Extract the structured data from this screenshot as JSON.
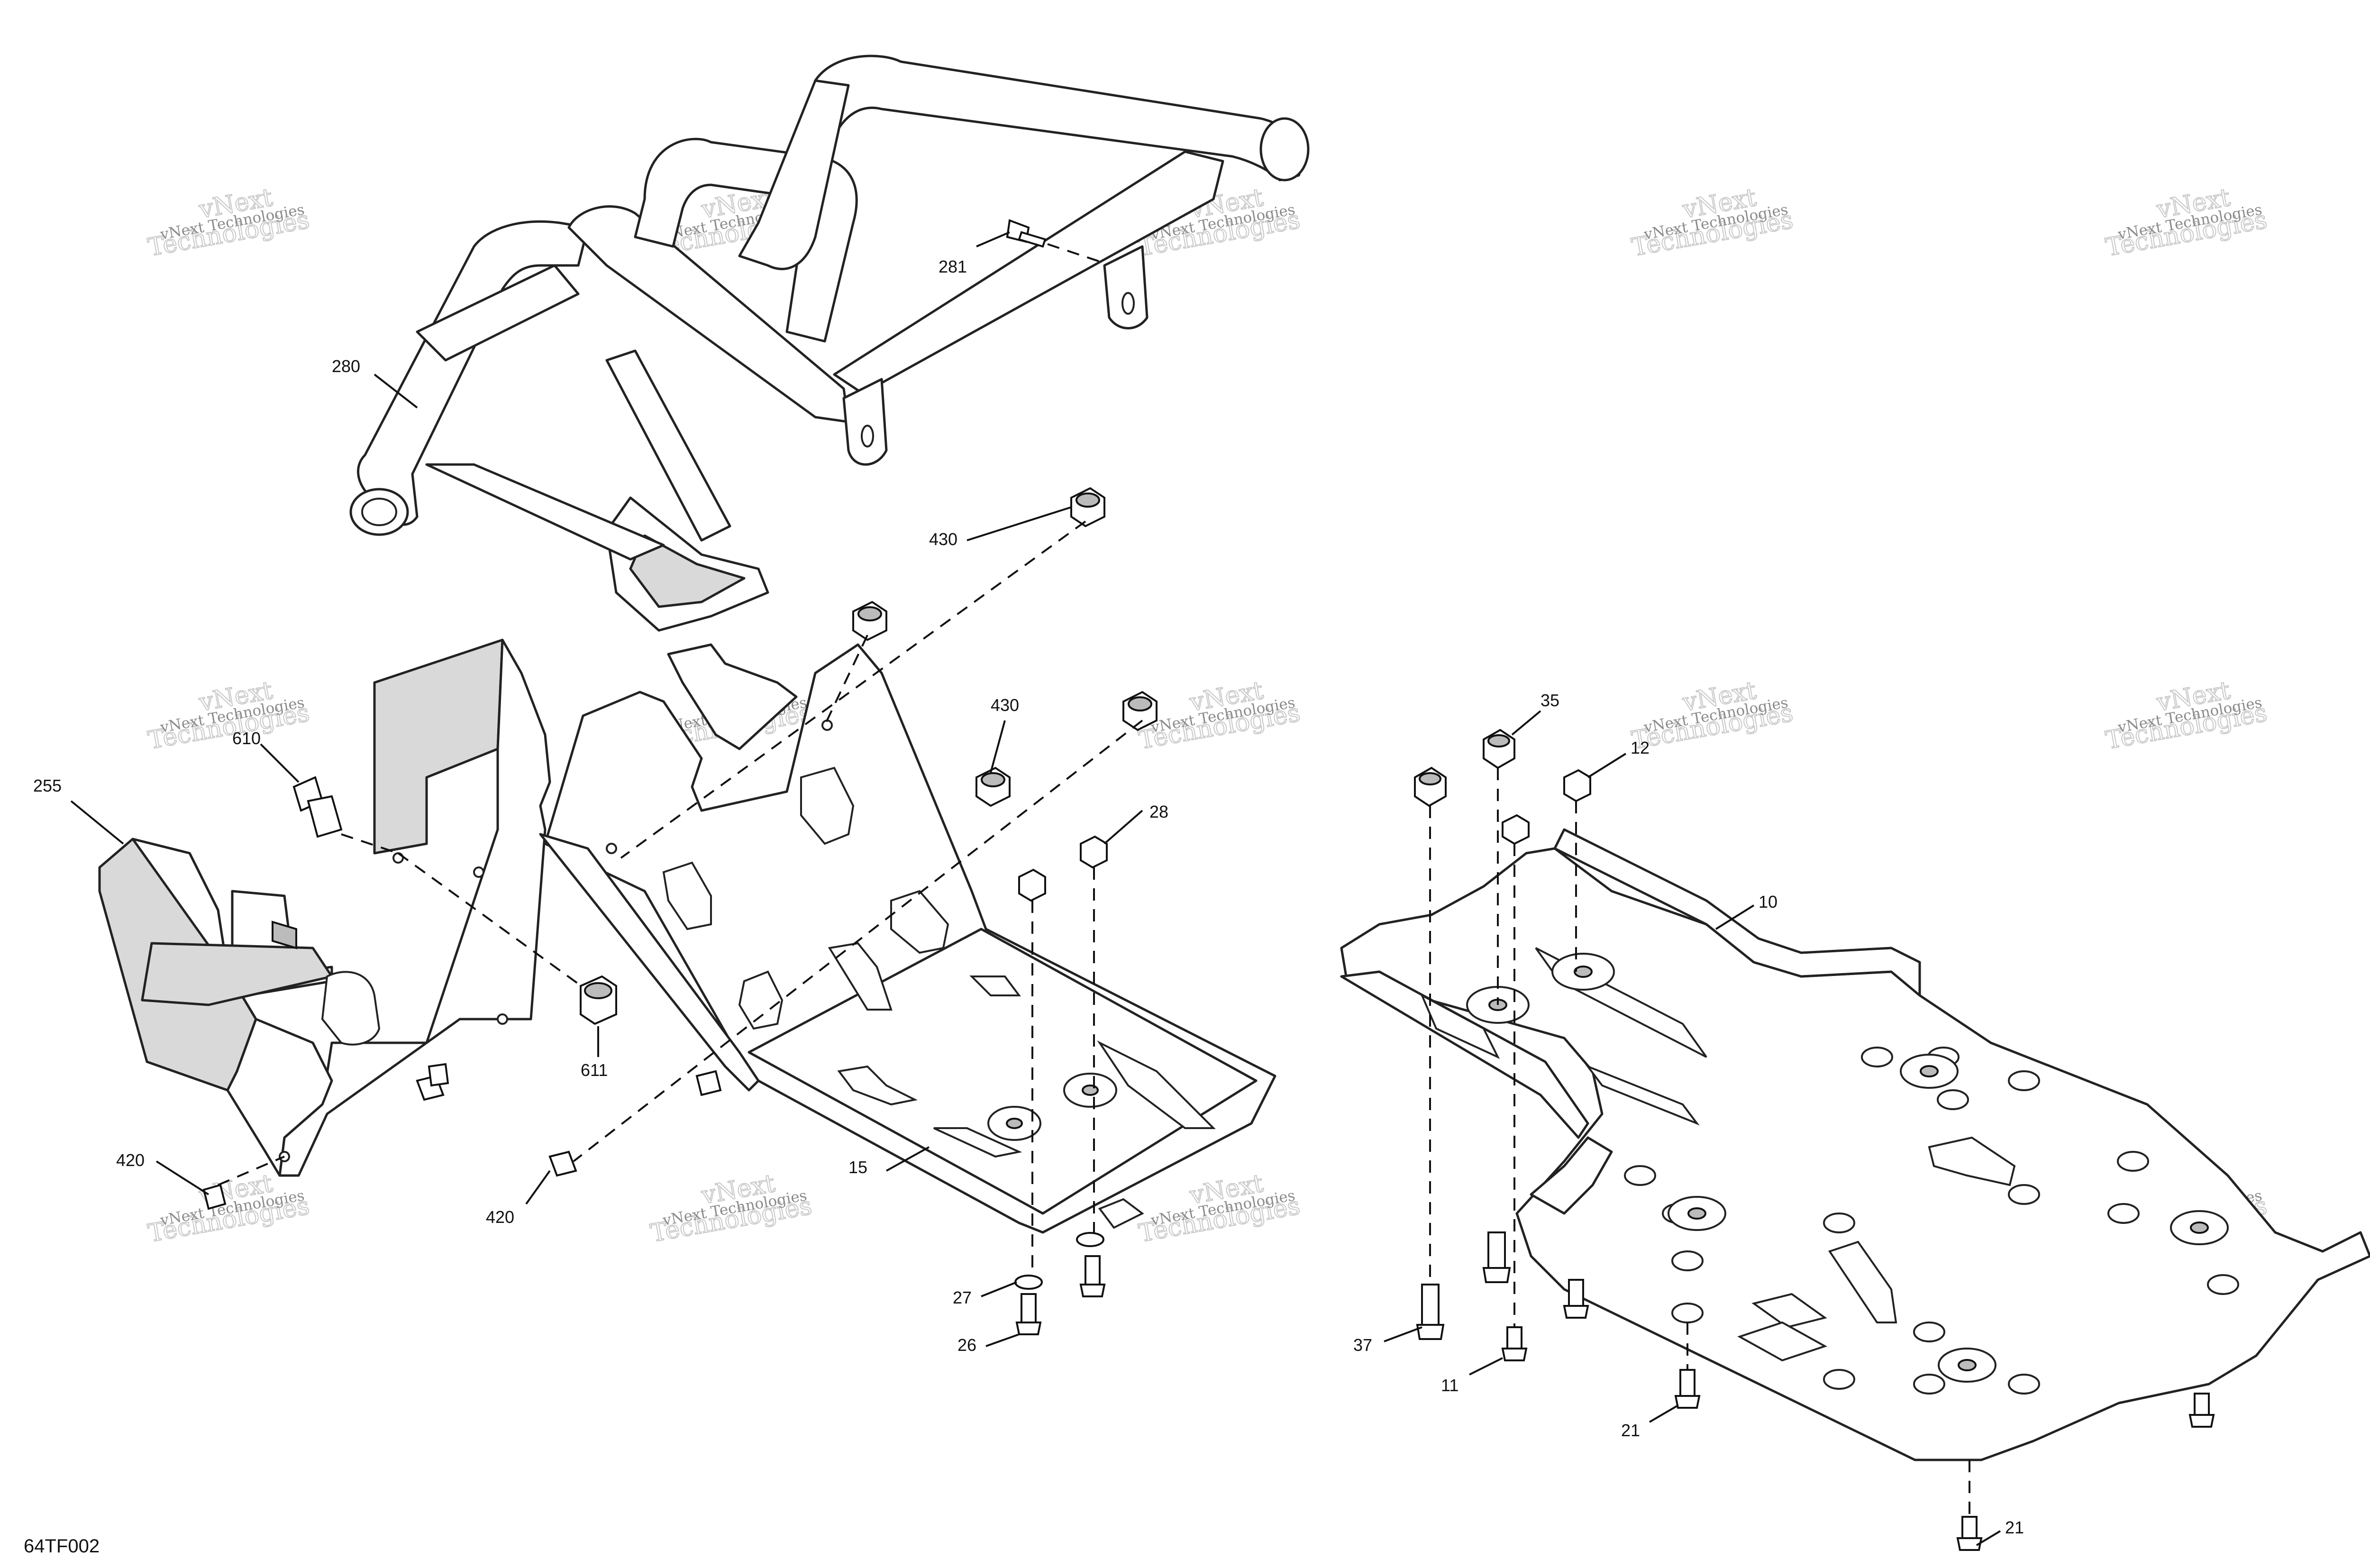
{
  "reference_code": "64TF002",
  "watermark": {
    "line1": "vNext Technologies",
    "line2": "Technologies",
    "line3": "vNext"
  },
  "callouts": {
    "c280": "280",
    "c281": "281",
    "c430a": "430",
    "c430b": "430",
    "c255": "255",
    "c610": "610",
    "c611": "611",
    "c420a": "420",
    "c420b": "420",
    "c28": "28",
    "c15": "15",
    "c27": "27",
    "c26": "26",
    "c35": "35",
    "c12": "12",
    "c10": "10",
    "c37": "37",
    "c11": "11",
    "c21a": "21",
    "c21b": "21"
  }
}
